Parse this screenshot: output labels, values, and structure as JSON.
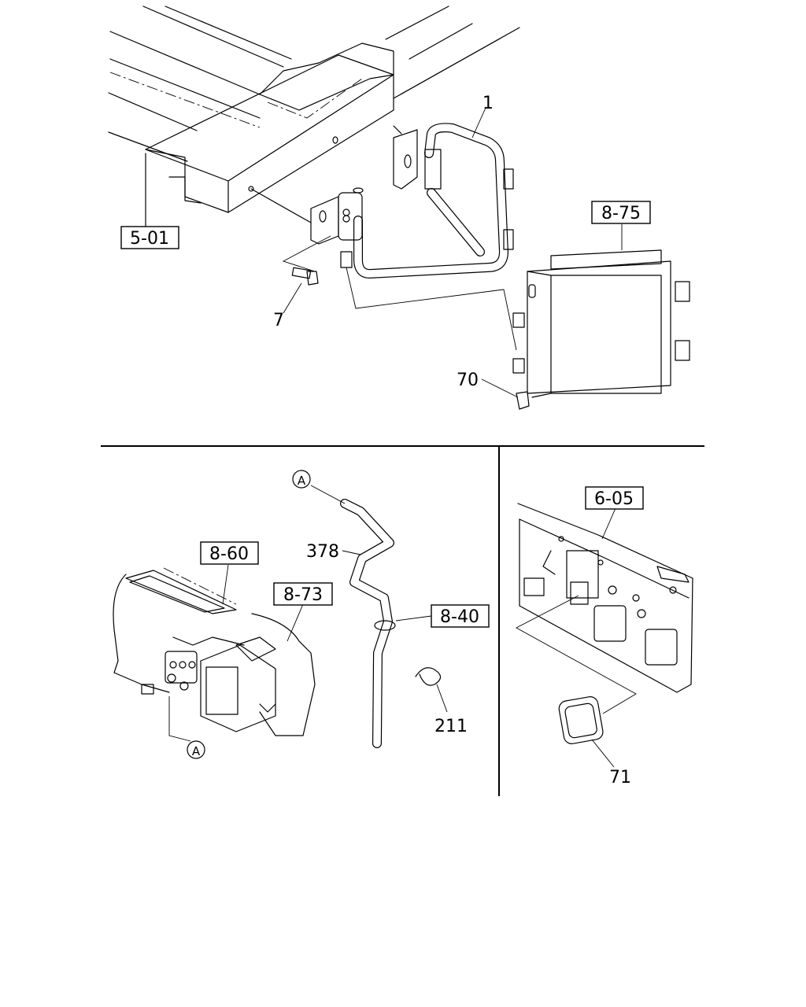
{
  "callouts": {
    "ref_5_01": "5-01",
    "part_1": "1",
    "ref_8_75": "8-75",
    "part_7": "7",
    "part_70": "70",
    "marker_a_top": "A",
    "part_378": "378",
    "ref_8_60": "8-60",
    "ref_8_73": "8-73",
    "ref_8_40": "8-40",
    "part_211": "211",
    "marker_a_bottom": "A",
    "ref_6_05": "6-05",
    "part_71": "71"
  }
}
